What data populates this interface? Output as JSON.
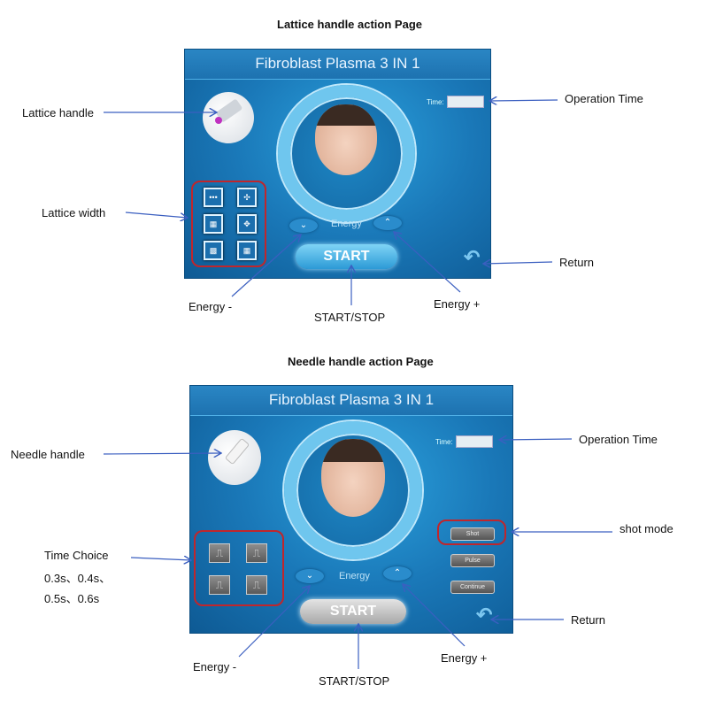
{
  "sections": [
    {
      "heading": "Lattice handle action Page",
      "screen": {
        "title": "Fibroblast Plasma 3 IN 1",
        "time_label": "Time:",
        "energy_label": "Energy",
        "start_label": "START",
        "width_buttons": [
          "•••",
          "✣",
          "▦",
          "✥",
          "▩",
          "▦"
        ]
      },
      "annotations": {
        "handle": "Lattice handle",
        "group": "Lattice width",
        "energy_minus": "Energy -",
        "start_stop": "START/STOP",
        "energy_plus": "Energy +",
        "return": "Return",
        "operation_time": "Operation Time"
      }
    },
    {
      "heading": "Needle handle action Page",
      "screen": {
        "title": "Fibroblast Plasma 3 IN 1",
        "time_label": "Time:",
        "energy_label": "Energy",
        "start_label": "START",
        "modes": [
          "Shot",
          "Pulse",
          "Continue"
        ],
        "time_buttons": [
          "⎍",
          "⎍",
          "⎍",
          "⎍"
        ]
      },
      "annotations": {
        "handle": "Needle handle",
        "group_lines": [
          "Time Choice",
          "0.3s、0.4s、",
          "0.5s、0.6s"
        ],
        "energy_minus": "Energy -",
        "start_stop": "START/STOP",
        "energy_plus": "Energy +",
        "return": "Return",
        "operation_time": "Operation Time",
        "shot_mode": "shot mode"
      }
    }
  ]
}
